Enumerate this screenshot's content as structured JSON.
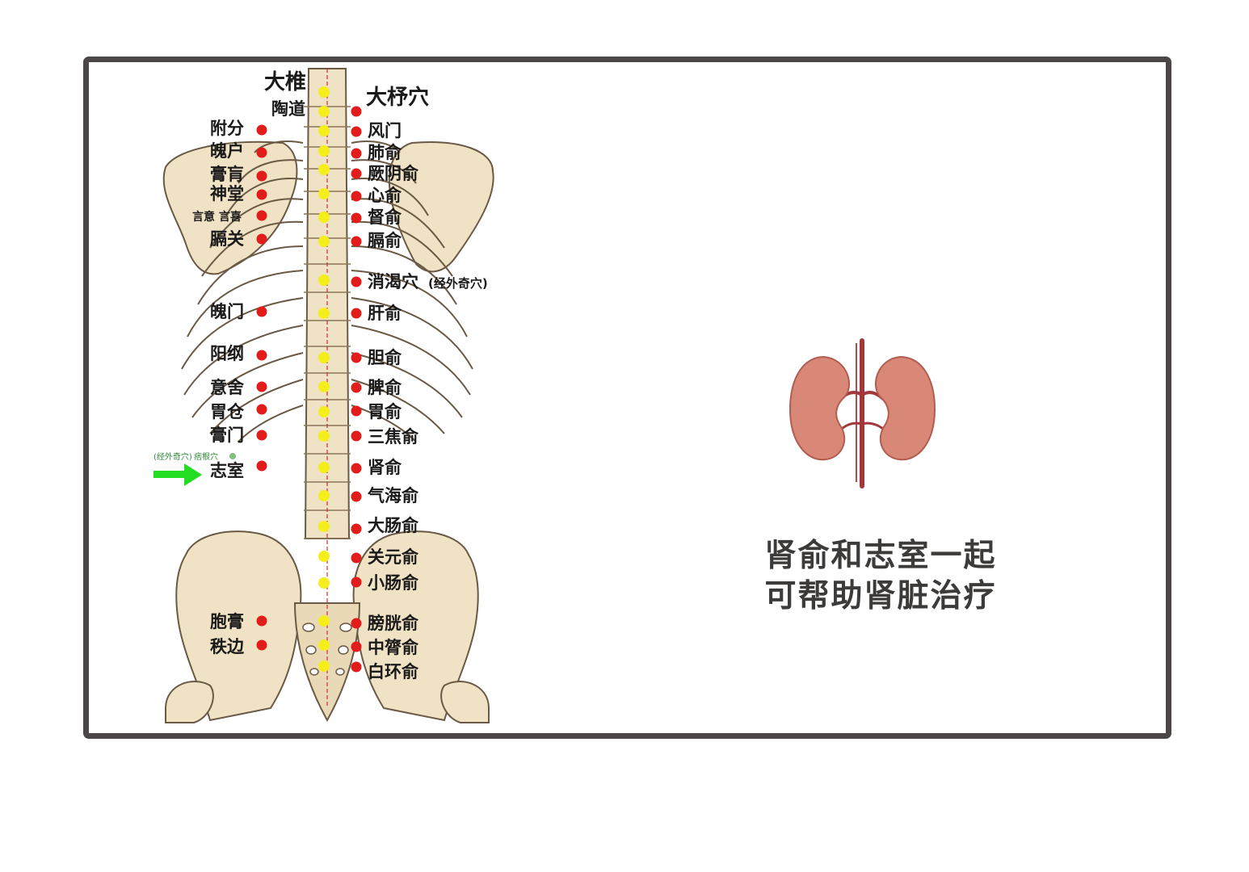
{
  "top_points": {
    "dazhui": "大椎",
    "taodao": "陶道",
    "dazhu": "大杼穴"
  },
  "left_points": [
    "附分",
    "魄户",
    "膏肓",
    "神堂",
    "言意 言喜",
    "膈关",
    "魄门",
    "阳纲",
    "意舍",
    "胃仓",
    "膏门",
    "志室",
    "胞膏",
    "秩边"
  ],
  "right_points": [
    "风门",
    "肺俞",
    "厥阴俞",
    "心俞",
    "督俞",
    "膈俞",
    "消渴穴",
    "肝俞",
    "胆俞",
    "脾俞",
    "胃俞",
    "三焦俞",
    "肾俞",
    "气海俞",
    "大肠俞",
    "关元俞",
    "小肠俞",
    "膀胱俞",
    "中膂俞",
    "白环俞"
  ],
  "xiaoke_note": "(经外奇穴)",
  "zhigen": {
    "note": "(经外奇穴)",
    "name": "痞根穴"
  },
  "caption": {
    "line1": "肾俞和志室一起",
    "line2": "可帮助肾脏治疗"
  },
  "colors": {
    "bone": "#f0e2c4",
    "bone_shadow": "#d9c49c",
    "bone_outline": "#5a4a35",
    "acupoint_red": "#e21b1b",
    "spine_yellow": "#f4ee1c",
    "arrow_green": "#22dd22",
    "kidney": "#d98878",
    "vessel": "#a3383c",
    "frame": "#4a4746"
  }
}
